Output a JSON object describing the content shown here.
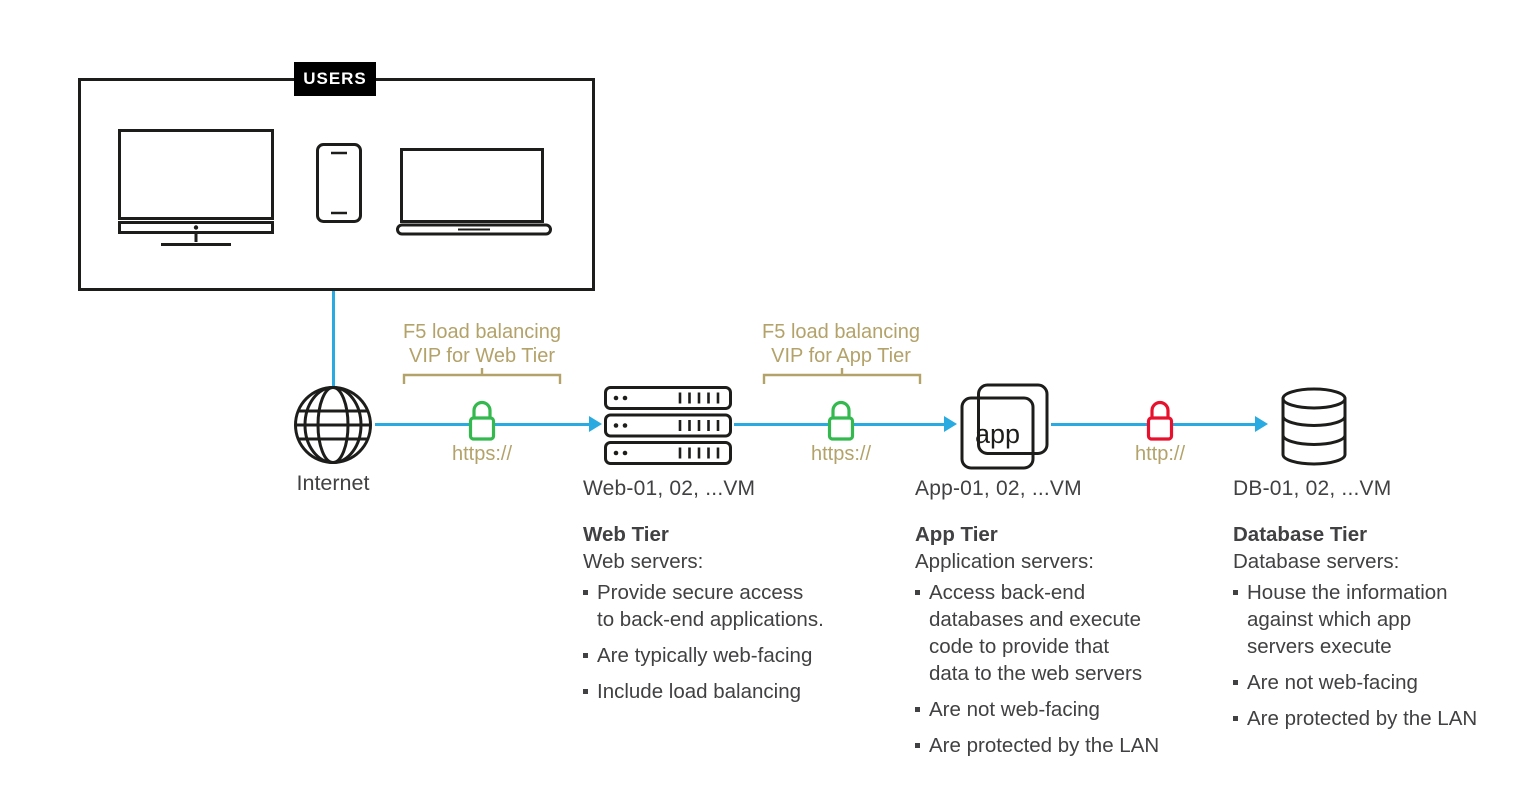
{
  "colors": {
    "background": "#ffffff",
    "text": "#414042",
    "icon_stroke": "#1d1d1b",
    "arrow_blue": "#29abe2",
    "lock_secure_green": "#33b94e",
    "lock_insecure_red": "#e8112d",
    "gold_label": "#b3a269"
  },
  "users_group": {
    "label": "USERS"
  },
  "internet": {
    "label": "Internet"
  },
  "app_icon_label": "app",
  "links": [
    {
      "bracket_label_line1": "F5 load balancing",
      "bracket_label_line2": "VIP for Web Tier",
      "protocol": "https://",
      "lock": "secure"
    },
    {
      "bracket_label_line1": "F5 load balancing",
      "bracket_label_line2": "VIP for App Tier",
      "protocol": "https://",
      "lock": "secure"
    },
    {
      "protocol": "http://",
      "lock": "insecure"
    }
  ],
  "tiers": [
    {
      "node_label": "Web-01, 02, ...VM",
      "title": "Web Tier",
      "subtitle": "Web servers:",
      "bullets": [
        "Provide secure access\nto back-end applications.",
        "Are typically web-facing",
        "Include load balancing"
      ]
    },
    {
      "node_label": "App-01, 02, ...VM",
      "title": "App Tier",
      "subtitle": "Application servers:",
      "bullets": [
        "Access back-end\ndatabases and execute\ncode to provide that\ndata to the web servers",
        "Are not web-facing",
        "Are protected by the LAN"
      ]
    },
    {
      "node_label": "DB-01, 02, ...VM",
      "title": "Database Tier",
      "subtitle": "Database servers:",
      "bullets": [
        "House the information\nagainst which app\nservers execute",
        "Are not web-facing",
        "Are protected by the LAN"
      ]
    }
  ]
}
